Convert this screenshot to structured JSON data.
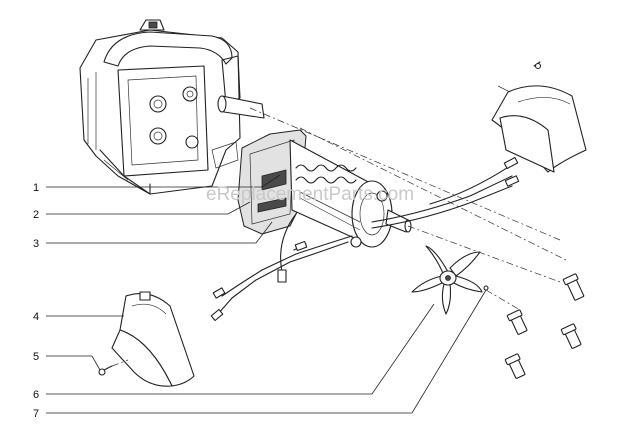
{
  "watermark": "eReplacementParts.com",
  "callouts": [
    {
      "id": "1",
      "label": "1"
    },
    {
      "id": "2",
      "label": "2"
    },
    {
      "id": "3",
      "label": "3"
    },
    {
      "id": "4",
      "label": "4"
    },
    {
      "id": "5",
      "label": "5"
    },
    {
      "id": "6",
      "label": "6"
    },
    {
      "id": "7",
      "label": "7"
    }
  ],
  "parts": [
    {
      "callout": "1",
      "icon": "motor-assembly-icon"
    },
    {
      "callout": "2",
      "icon": "motor-housing-icon"
    },
    {
      "callout": "3",
      "icon": "motor-mount-icon"
    },
    {
      "callout": "4",
      "icon": "shroud-cover-icon"
    },
    {
      "callout": "5",
      "icon": "screw-icon"
    },
    {
      "callout": "6",
      "icon": "fan-icon"
    },
    {
      "callout": "7",
      "icon": "screw-icon"
    }
  ]
}
